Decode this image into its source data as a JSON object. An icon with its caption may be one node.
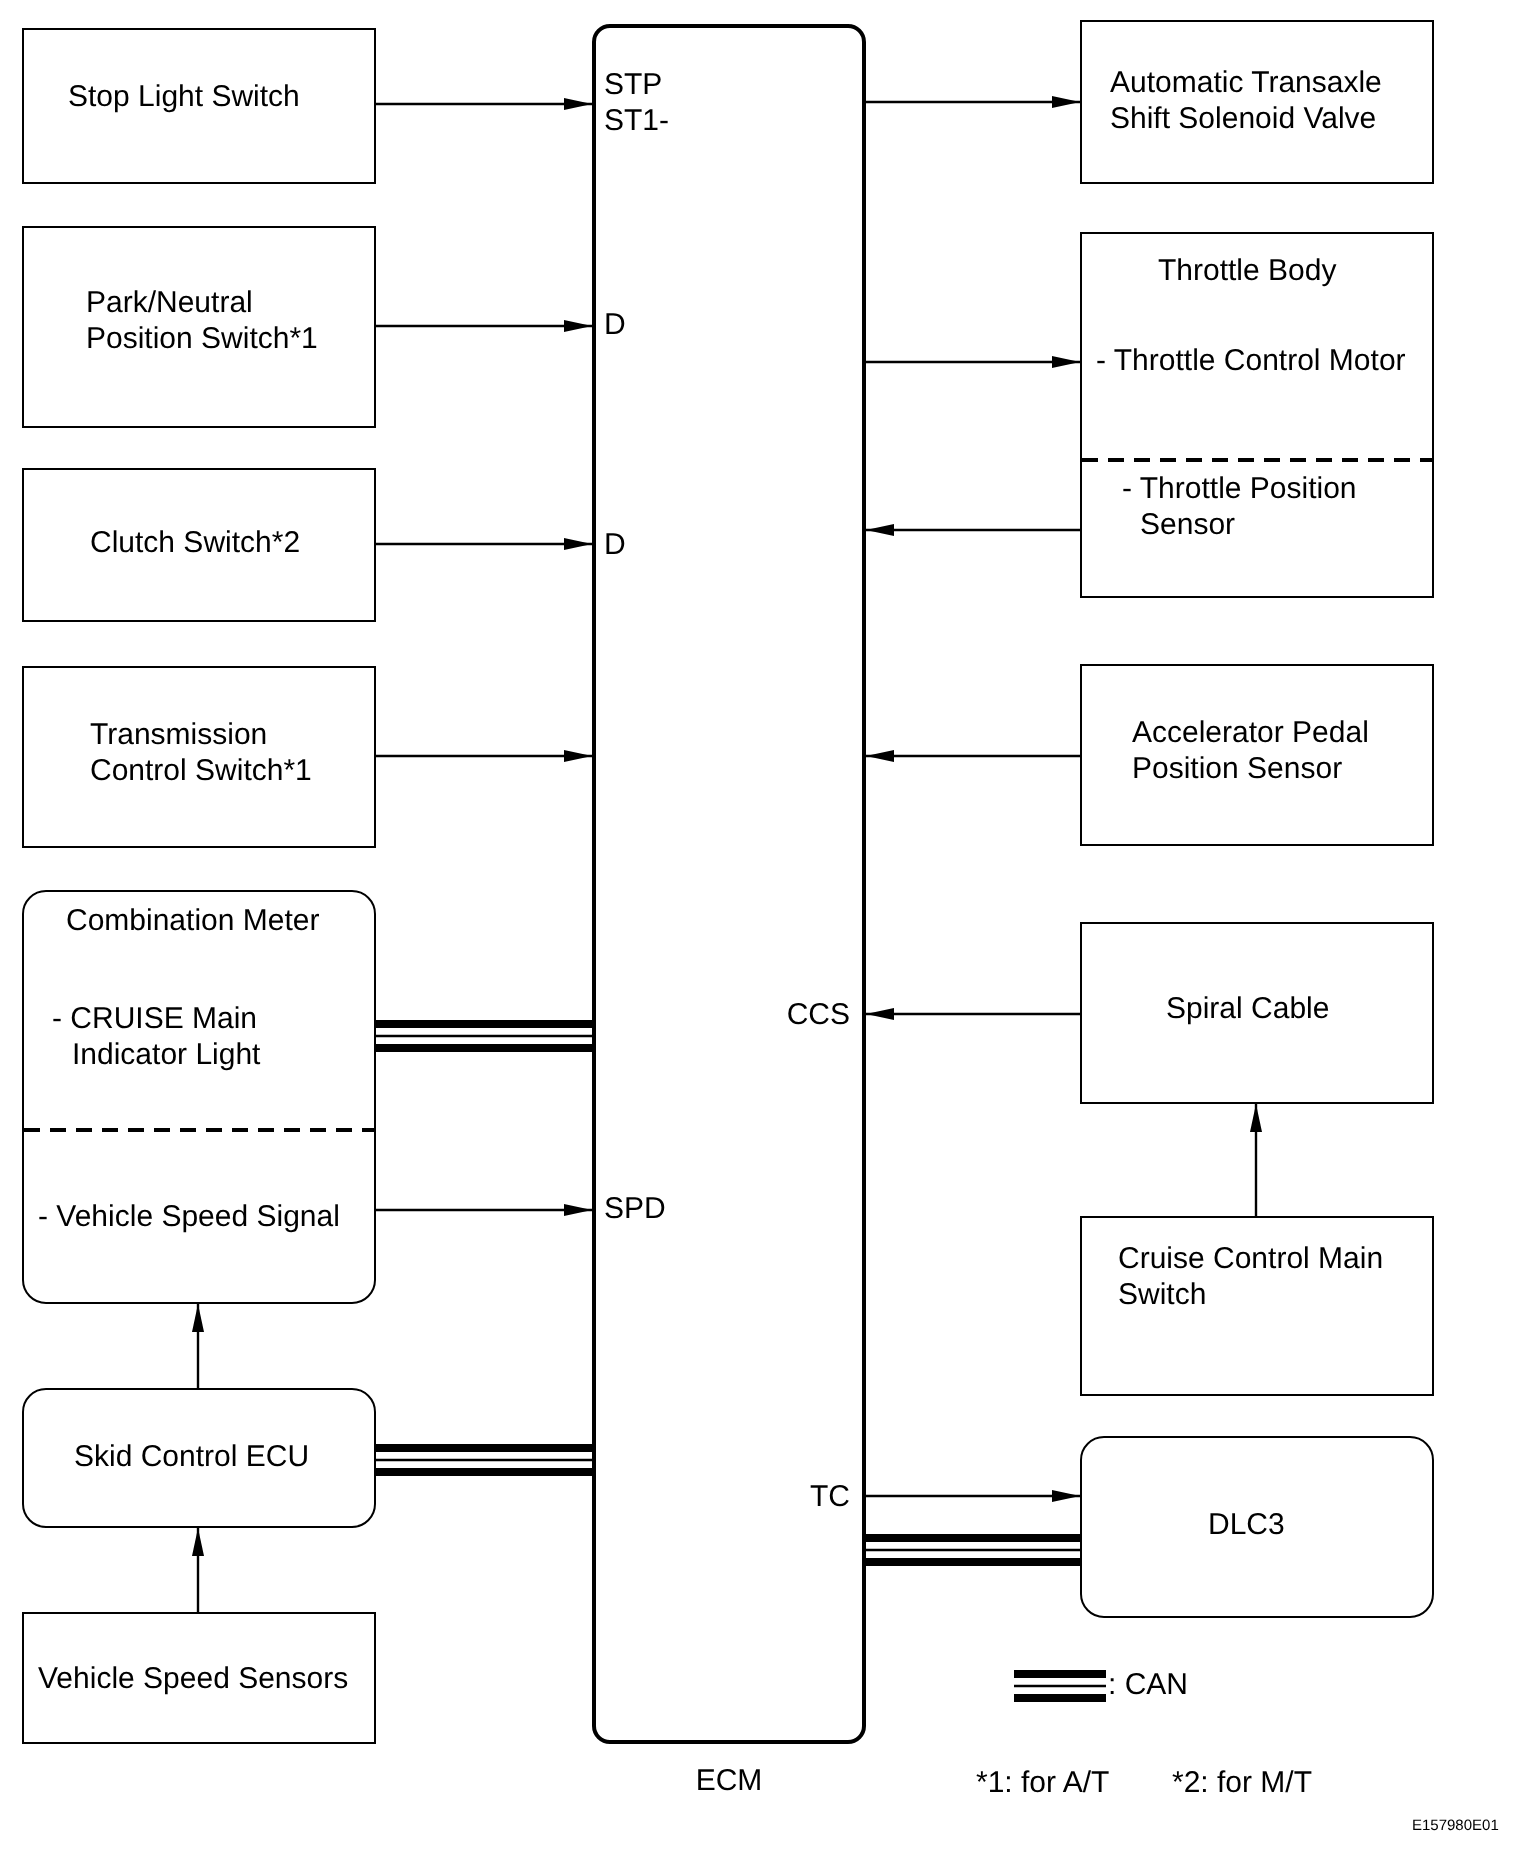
{
  "diagram": {
    "nodes": [
      {
        "text": [
          "Stop Light Switch"
        ]
      },
      {
        "text": [
          "Park/Neutral Position Switch*1"
        ]
      },
      {
        "text": [
          "Clutch Switch*2"
        ]
      },
      {
        "text": [
          "Transmission Control Switch*1"
        ]
      },
      {
        "text": [
          "Combination Meter",
          "- CRUISE Main Indicator Light",
          "- Vehicle Speed Signal"
        ]
      },
      {
        "text": [
          "Skid Control ECU"
        ]
      },
      {
        "text": [
          "Vehicle Speed Sensors"
        ]
      },
      {
        "text": [
          "ECM"
        ]
      },
      {
        "text": [
          "Automatic Transaxle Shift Solenoid Valve"
        ]
      },
      {
        "text": [
          "Throttle Body",
          "- Throttle Control Motor",
          "- Throttle Position Sensor"
        ]
      },
      {
        "text": [
          "Accelerator Pedal Position Sensor"
        ]
      },
      {
        "text": [
          "Spiral Cable"
        ]
      },
      {
        "text": [
          "Cruise Control Main Switch"
        ]
      },
      {
        "text": [
          "DLC3"
        ]
      }
    ],
    "edges": [
      {
        "from": 0,
        "to": 7,
        "arrow": "to"
      },
      {
        "from": 1,
        "to": 7,
        "arrow": "to"
      },
      {
        "from": 2,
        "to": 7,
        "arrow": "to"
      },
      {
        "from": 3,
        "to": 7,
        "arrow": "to"
      },
      {
        "from": 4,
        "to": 7,
        "arrow": "none",
        "style": "thick"
      },
      {
        "from": 4,
        "to": 7,
        "arrow": "to"
      },
      {
        "from": 5,
        "to": 7,
        "arrow": "none",
        "style": "thick"
      },
      {
        "from": 5,
        "to": 4,
        "arrow": "to"
      },
      {
        "from": 6,
        "to": 5,
        "arrow": "to"
      },
      {
        "from": 7,
        "to": 8,
        "arrow": "to"
      },
      {
        "from": 7,
        "to": 9,
        "arrow": "to"
      },
      {
        "from": 9,
        "to": 7,
        "arrow": "to"
      },
      {
        "from": 10,
        "to": 7,
        "arrow": "to"
      },
      {
        "from": 11,
        "to": 7,
        "arrow": "to"
      },
      {
        "from": 12,
        "to": 11,
        "arrow": "to"
      },
      {
        "from": 7,
        "to": 13,
        "arrow": "to"
      },
      {
        "from": 7,
        "to": 13,
        "arrow": "none",
        "style": "thick"
      }
    ],
    "labels": [
      "STP",
      "ST1-",
      "D",
      "D",
      "CCS",
      "SPD",
      "TC",
      "*1: for A/T",
      "*2: for M/T",
      "E157980E01"
    ],
    "legend": [
      {
        "text": ": CAN"
      }
    ]
  }
}
